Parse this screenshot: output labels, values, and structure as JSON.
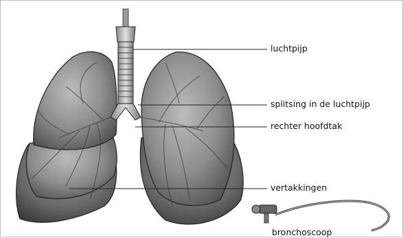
{
  "labels": {
    "trachea": "luchtpijp",
    "bifurcation": "splitsing in de luchtpijp",
    "right_main_bronchus": "rechter hoofdtak",
    "branches": "vertakkingen",
    "bronchoscope": "bronchoscoop"
  }
}
